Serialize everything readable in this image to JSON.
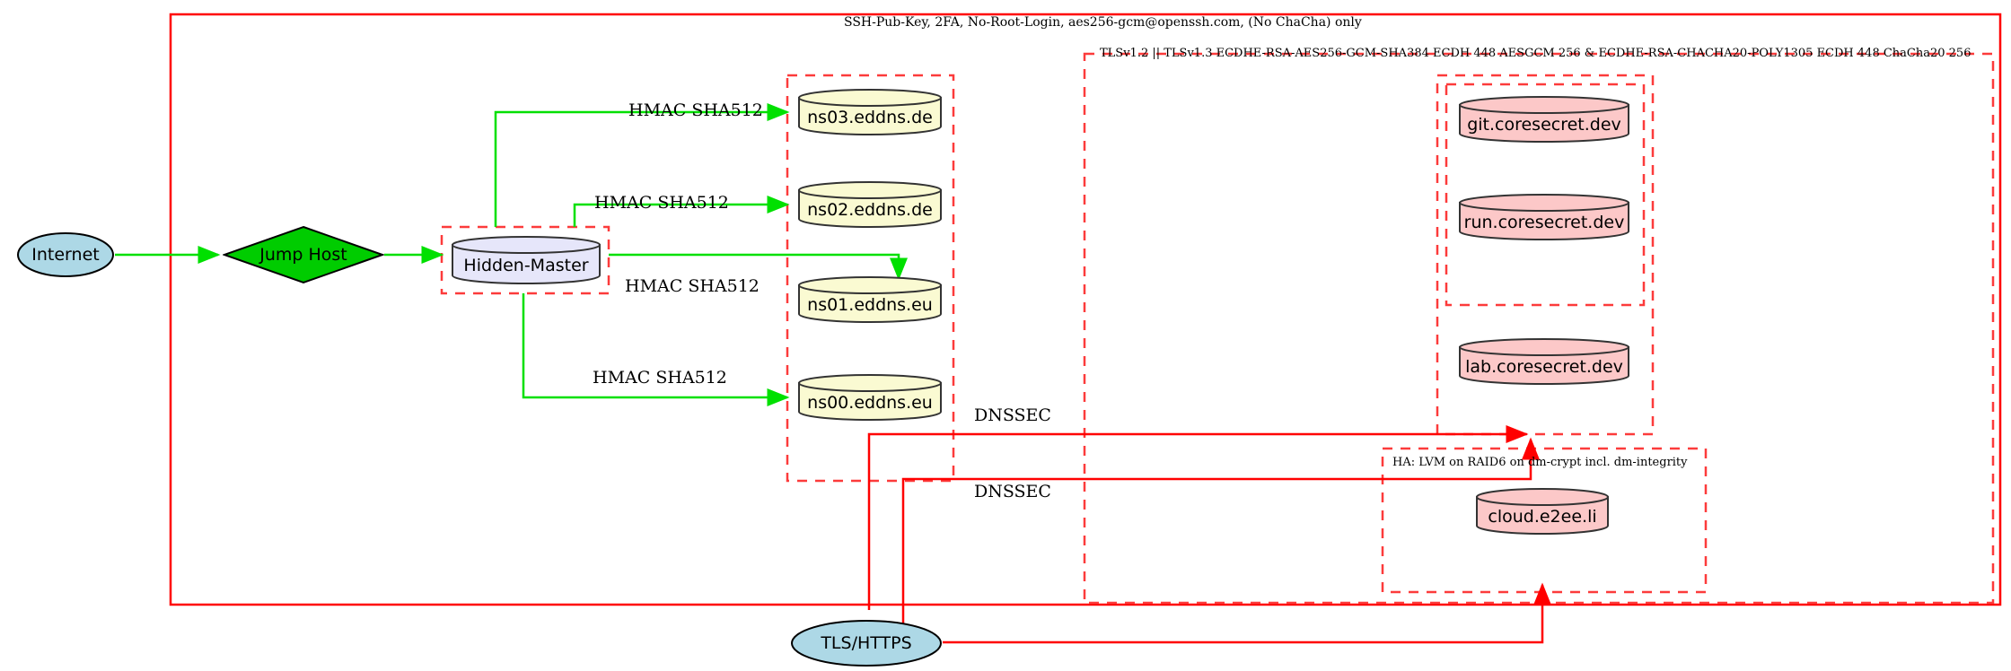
{
  "diagram": {
    "title_label": "SSH-Pub-Key, 2FA, No-Root-Login, aes256-gcm@openssh.com, (No ChaCha) only",
    "tls_label": "TLSv1.2 || TLSv1.3 ECDHE-RSA-AES256-GCM-SHA384 ECDH 448 AESGCM 256 & ECDHE-RSA-CHACHA20-POLY1305 ECDH 448 ChaCha20 256",
    "ha_label": "HA: LVM on RAID6 on dm-crypt incl. dm-integrity"
  },
  "nodes": {
    "internet": "Internet",
    "jump_host": "Jump Host",
    "hidden_master": "Hidden-Master",
    "ns03": "ns03.eddns.de",
    "ns02": "ns02.eddns.de",
    "ns01": "ns01.eddns.eu",
    "ns00": "ns00.eddns.eu",
    "git": "git.coresecret.dev",
    "run": "run.coresecret.dev",
    "lab": "lab.coresecret.dev",
    "cloud": "cloud.e2ee.li",
    "tls_https": "TLS/HTTPS"
  },
  "edges": {
    "hmac_ns03": "HMAC SHA512",
    "hmac_ns02": "HMAC SHA512",
    "hmac_ns01": "HMAC SHA512",
    "hmac_ns00": "HMAC SHA512",
    "dnssec_upper": "DNSSEC",
    "dnssec_lower": "DNSSEC"
  },
  "colors": {
    "boundary_red": "#ff0000",
    "dashed_red": "#fc3b3b",
    "edge_green": "#00e000",
    "edge_red": "#ff0000",
    "ellipse_fill": "#add8e6",
    "diamond_fill": "#00cc00",
    "master_fill": "#e6e6fa",
    "dns_fill": "#fafad2",
    "secret_fill": "#fcc8c8",
    "stroke_dark": "#333333"
  }
}
